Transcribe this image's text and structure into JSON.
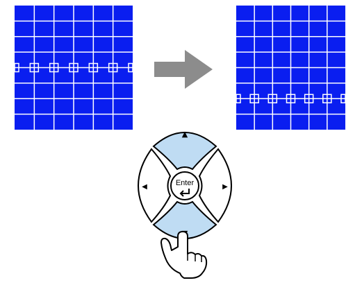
{
  "colors": {
    "screen_blue": "#0a1ef0",
    "grid_line": "#ffffff",
    "arrow_gray": "#8c8c8c",
    "button_highlight": "#bfdcf3",
    "button_outline": "#000000"
  },
  "screens": {
    "before": {
      "pattern_row": 4
    },
    "after": {
      "pattern_row": 6
    }
  },
  "remote": {
    "enter_label": "Enter",
    "up_glyph": "▲",
    "down_glyph": "▼",
    "left_glyph": "◀",
    "right_glyph": "▶",
    "highlighted_buttons": [
      "up",
      "down"
    ]
  },
  "icons": {
    "direction_arrow": "right-arrow-icon",
    "hand": "pointing-hand-icon",
    "enter_return": "return-arrow-icon"
  }
}
